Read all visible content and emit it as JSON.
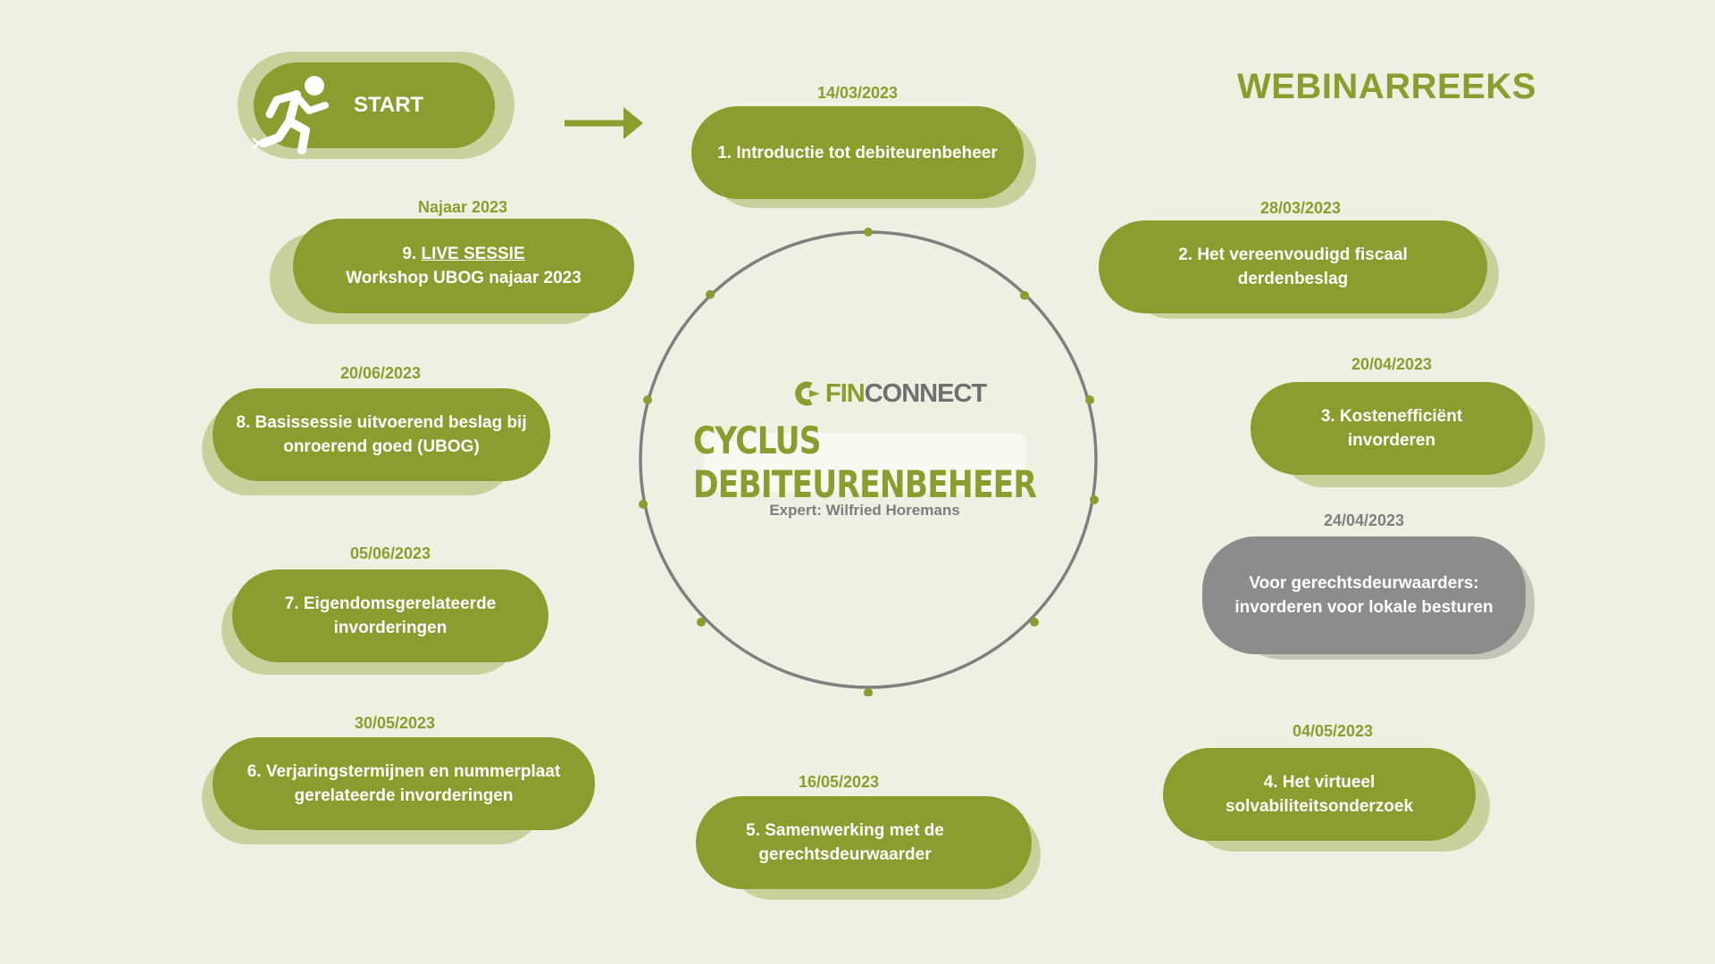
{
  "header": {
    "title": "WEBINARREEKS"
  },
  "start": {
    "label": "START",
    "icon": "running-person-icon"
  },
  "center": {
    "logo": {
      "part1": "FIN",
      "part2": "CONNECT",
      "icon": "finconnect-logo-icon"
    },
    "title": "CYCLUS DEBITEURENBEHEER",
    "expert": "Expert: Wilfried Horemans"
  },
  "sessions": [
    {
      "date": "14/03/2023",
      "line1": "1. Introductie tot debiteurenbeheer",
      "line2": ""
    },
    {
      "date": "28/03/2023",
      "line1": "2. Het vereenvoudigd fiscaal",
      "line2": "derdenbeslag"
    },
    {
      "date": "20/04/2023",
      "line1": "3. Kostenefficiënt",
      "line2": "invorderen"
    },
    {
      "date": "24/04/2023",
      "line1": "Voor gerechtsdeurwaarders:",
      "line2": "invorderen voor lokale besturen"
    },
    {
      "date": "04/05/2023",
      "line1": "4. Het virtueel",
      "line2": "solvabiliteitsonderzoek"
    },
    {
      "date": "16/05/2023",
      "line1": "5. Samenwerking met de",
      "line2": "gerechtsdeurwaarder"
    },
    {
      "date": "30/05/2023",
      "line1": "6. Verjaringstermijnen en nummerplaat",
      "line2": "gerelateerde invorderingen"
    },
    {
      "date": "05/06/2023",
      "line1": "7. Eigendomsgerelateerde",
      "line2": "invorderingen"
    },
    {
      "date": "20/06/2023",
      "line1": "8. Basissessie uitvoerend beslag bij",
      "line2": "onroerend goed (UBOG)"
    },
    {
      "date": "Najaar 2023",
      "line1_prefix": "9. ",
      "line1_link": "LIVE SESSIE",
      "line2": "Workshop UBOG najaar 2023"
    }
  ],
  "colors": {
    "accent": "#8a9d2f",
    "shadow": "#c8d19c",
    "grey": "#8c8c8c",
    "background": "#eef0e1"
  }
}
